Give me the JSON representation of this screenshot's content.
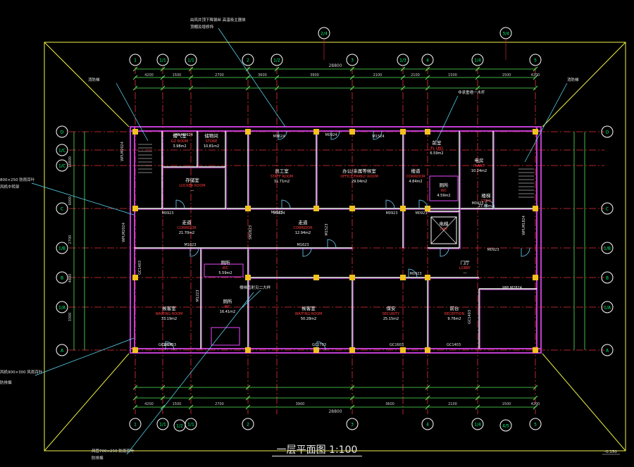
{
  "drawing": {
    "title": "一层平面图 1:100",
    "level_mark": "-0.150"
  },
  "grid": {
    "columns_top": [
      "1",
      "1/1",
      "1/1",
      "2",
      "1/2",
      "3",
      "1/3",
      "4",
      "1/4",
      "5"
    ],
    "columns_bottom": [
      "1",
      "1/1",
      "1/1",
      "2",
      "3",
      "4",
      "1/4",
      "5"
    ],
    "rows_left": [
      "D",
      "1/C",
      "1/C",
      "C",
      "1/B",
      "B",
      "1/A",
      "A"
    ],
    "rows_right": [
      "D",
      "C",
      "1/B",
      "B",
      "1/A",
      "A"
    ],
    "bubble_extra_top": [
      "2/4",
      "3/4"
    ],
    "bubble_extra_bottom": [
      "1/2",
      "4/5"
    ]
  },
  "dimensions": {
    "total_width": "28800",
    "top_spans": [
      "4200",
      "1500",
      "2700",
      "3600",
      "3900",
      "2100",
      "2100",
      "1500",
      "1500",
      "4200"
    ],
    "bottom_spans": [
      "4200",
      "1500",
      "2700",
      "3900",
      "3600",
      "2100",
      "1500",
      "4200"
    ],
    "side": [
      "16800",
      "6000",
      "2700",
      "4800",
      "3300"
    ]
  },
  "rooms": [
    {
      "cn": "储气室",
      "en": "GZ ROOM",
      "area": "3.98m2"
    },
    {
      "cn": "储物间",
      "en": "STORE",
      "area": "10.81m2"
    },
    {
      "cn": "员工室",
      "en": "STAFF ROOM",
      "area": "31.71m2"
    },
    {
      "cn": "办公/亲属等候室",
      "en": "OFFICE/FAMILY ROOM",
      "area": "29.04m2"
    },
    {
      "cn": "楼道",
      "en": "CORRIDOR",
      "area": "4.84m2"
    },
    {
      "cn": "前室",
      "en": "EL LBO",
      "area": "6.59m2"
    },
    {
      "cn": "电房",
      "en": "PLANT",
      "area": "10.24m2"
    },
    {
      "cn": "存储室",
      "en": "LOCKER ROOM",
      "area": "—"
    },
    {
      "cn": "走道",
      "en": "CORRIDOR",
      "area": "21.70m2"
    },
    {
      "cn": "走道",
      "en": "CORRIDOR",
      "area": "12.94m2"
    },
    {
      "cn": "楼梯",
      "en": "STAIR",
      "area": "27.86m2"
    },
    {
      "cn": "门厅",
      "en": "LOBBY",
      "area": "—"
    },
    {
      "cn": "候客室",
      "en": "WAITING ROOM",
      "area": "33.19m2"
    },
    {
      "cn": "候客室",
      "en": "WAITING ROOM",
      "area": "50.28m2"
    },
    {
      "cn": "保安",
      "en": "SECURITY",
      "area": "25.15m2"
    },
    {
      "cn": "前台",
      "en": "RECEPTION",
      "area": "9.76m2"
    },
    {
      "cn": "厕所",
      "en": "WC",
      "area": "5.59m2"
    },
    {
      "cn": "厕所",
      "en": "WC",
      "area": "4.59m2"
    },
    {
      "cn": "厕所",
      "en": "WC",
      "area": "16.41m2"
    },
    {
      "cn": "电梯",
      "en": "LIFT",
      "area": ""
    }
  ],
  "door_window_tags": [
    "WPLM2024",
    "WPLM0924",
    "M0924",
    "M3624",
    "M1524",
    "M1824",
    "M0923",
    "M1823",
    "M1623",
    "M1623",
    "SM2823",
    "M1523",
    "M0923",
    "M0923",
    "M0923",
    "M0923",
    "M1223",
    "GC1403",
    "GC1403",
    "GC2703",
    "GC1603",
    "GC1403",
    "WPLM2824",
    "GC1403",
    "GC1403",
    "WPLM1824",
    "WPLM2024",
    "M0923"
  ],
  "annotations": [
    {
      "text": "由风井顶下降钢丝 高温吸主器体"
    },
    {
      "text": "顶棚及增修饰"
    },
    {
      "text": "消防梯"
    },
    {
      "text": "非承重墙一木杆"
    },
    {
      "text": "消防梯"
    },
    {
      "text": "800×250 防雨百叶"
    },
    {
      "text": "风机中转部"
    },
    {
      "text": "楼梯直射见二大样"
    },
    {
      "text": "风机900×300 风雨百叶"
    },
    {
      "text": "防排烟"
    },
    {
      "text": "风管700×250 防雨百叶"
    },
    {
      "text": "防排烟"
    }
  ],
  "colors": {
    "background": "#000000",
    "grid_line": "#e8303a",
    "wall_outline": "#ffffff",
    "wall_fill_magenta": "#c23dd1",
    "column_fill": "#f2c21e",
    "dimension": "#57e957",
    "room_label_cn": "#ffffff",
    "room_label_en": "#ff3b3b",
    "bubble_ring": "#ffffff",
    "bubble_text": "#00ff7a",
    "annotation_text": "#e6e6e6",
    "roof_outline": "#f2f247",
    "leader_line": "#5fe3ff",
    "door_arc": "#6fd3ff"
  }
}
